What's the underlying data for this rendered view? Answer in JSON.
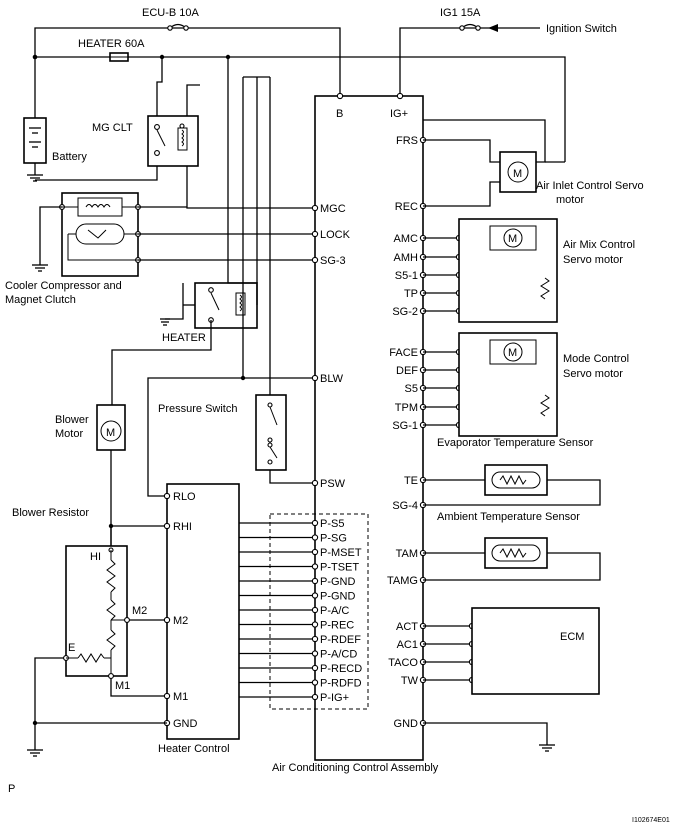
{
  "fuses": {
    "ecub": "ECU-B 10A",
    "heater": "HEATER 60A",
    "ig1": "IG1 15A"
  },
  "sources": {
    "ignition_switch": "Ignition Switch",
    "battery": "Battery"
  },
  "components": {
    "mg_clt": "MG CLT",
    "cooler_compressor": [
      "Cooler Compressor and",
      "Magnet Clutch"
    ],
    "heater_relay": "HEATER",
    "blower_motor": [
      "Blower",
      "Motor"
    ],
    "pressure_switch": "Pressure Switch",
    "blower_resistor": "Blower Resistor",
    "heater_control": "Heater Control",
    "ac_assembly": "Air Conditioning Control Assembly",
    "air_inlet_servo": [
      "Air Inlet Control Servo",
      "motor"
    ],
    "air_mix_servo": [
      "Air Mix Control",
      "Servo motor"
    ],
    "mode_servo": [
      "Mode Control",
      "Servo motor"
    ],
    "evaporator_sensor": "Evaporator Temperature Sensor",
    "ambient_sensor": "Ambient Temperature Sensor",
    "ecm": "ECM",
    "motor_symbol": "M"
  },
  "resistor_taps": {
    "hi": "HI",
    "m2": "M2",
    "e": "E",
    "m1": "M1"
  },
  "heater_control_pins": [
    "RLO",
    "RHI",
    "M2",
    "M1",
    "GND"
  ],
  "ac_left_pins": [
    "B",
    "IG+",
    "MGC",
    "LOCK",
    "SG-3",
    "BLW",
    "PSW"
  ],
  "ac_p_pins": [
    "P-S5",
    "P-SG",
    "P-MSET",
    "P-TSET",
    "P-GND",
    "P-GND",
    "P-A/C",
    "P-REC",
    "P-RDEF",
    "P-A/CD",
    "P-RECD",
    "P-RDFD",
    "P-IG+"
  ],
  "ac_right_pins": [
    "FRS",
    "REC",
    "AMC",
    "AMH",
    "S5-1",
    "TP",
    "SG-2",
    "FACE",
    "DEF",
    "S5",
    "TPM",
    "SG-1",
    "TE",
    "SG-4",
    "TAM",
    "TAMG",
    "ACT",
    "AC1",
    "TACO",
    "TW",
    "GND"
  ],
  "footer": {
    "page_letter": "P",
    "figure_id": "I102674E01"
  }
}
